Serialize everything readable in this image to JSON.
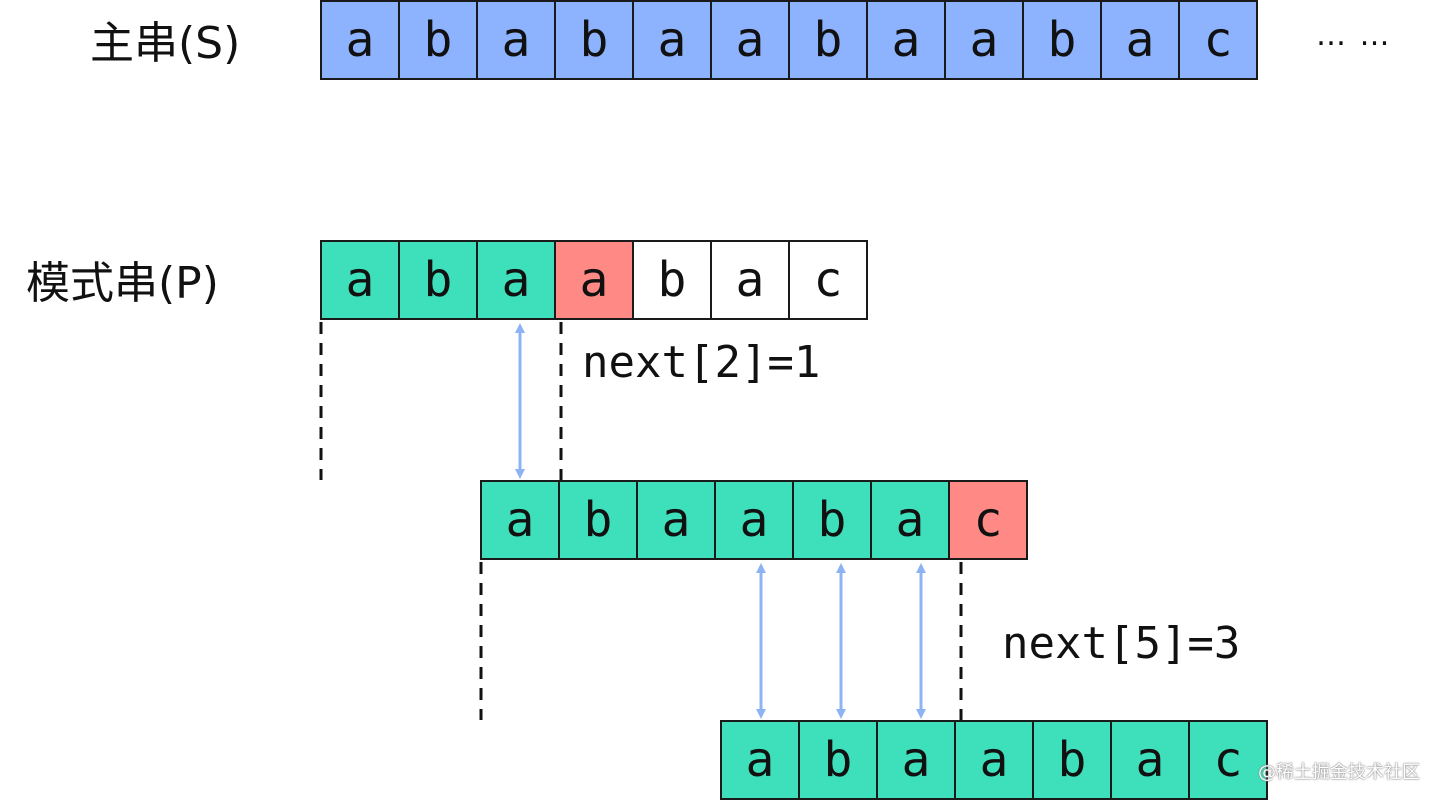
{
  "main_string": {
    "label": "主串(S)",
    "chars": [
      "a",
      "b",
      "a",
      "b",
      "a",
      "a",
      "b",
      "a",
      "a",
      "b",
      "a",
      "c"
    ],
    "trailing": "… …"
  },
  "pattern": {
    "label": "模式串(P)",
    "rows": [
      {
        "chars": [
          "a",
          "b",
          "a",
          "a",
          "b",
          "a",
          "c"
        ],
        "colors": [
          "green",
          "green",
          "green",
          "red",
          "white",
          "white",
          "white"
        ]
      },
      {
        "chars": [
          "a",
          "b",
          "a",
          "a",
          "b",
          "a",
          "c"
        ],
        "colors": [
          "green",
          "green",
          "green",
          "green",
          "green",
          "green",
          "red"
        ]
      },
      {
        "chars": [
          "a",
          "b",
          "a",
          "a",
          "b",
          "a",
          "c"
        ],
        "colors": [
          "green",
          "green",
          "green",
          "green",
          "green",
          "green",
          "green"
        ]
      }
    ]
  },
  "annotations": {
    "next1": "next[2]=1",
    "next2": "next[5]=3"
  },
  "colors": {
    "main": "#8db3ff",
    "match": "#3ee0bb",
    "mismatch": "#ff8a85",
    "arrow": "#8cb4f5"
  },
  "watermark": "@稀土掘金技术社区"
}
